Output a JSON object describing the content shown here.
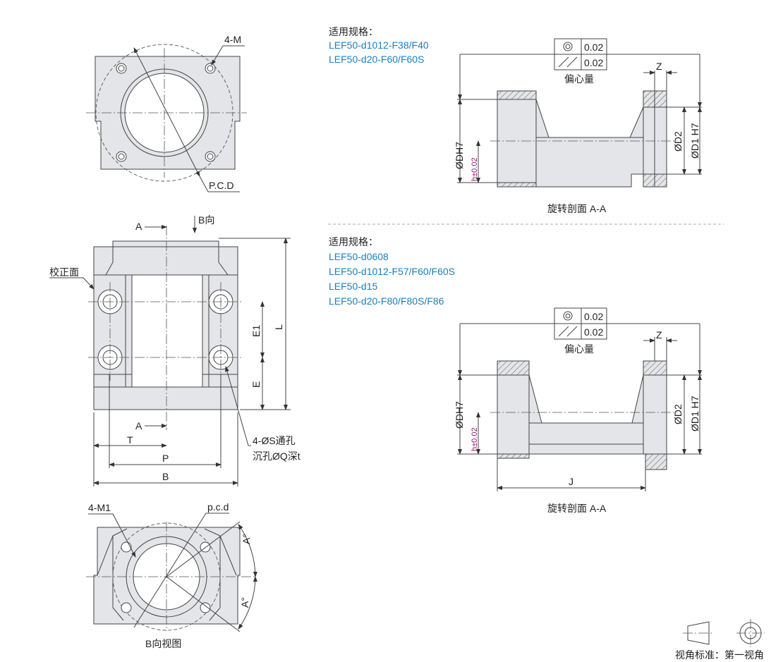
{
  "front_view": {
    "label_tapped_holes": "4-M",
    "label_pcd": "P.C.D"
  },
  "side_view": {
    "section_a_top": "A",
    "section_a_bottom": "A",
    "direction_b": "B向",
    "reference_face": "校正面",
    "dim_e1": "E1",
    "dim_l": "L",
    "dim_e": "E",
    "dim_t": "T",
    "dim_p": "P",
    "dim_b": "B",
    "hole_note_1": "4-ØS通孔",
    "hole_note_2": "沉孔ØQ深t"
  },
  "b_view": {
    "label_tapped_holes": "4-M1",
    "label_pcd": "p.c.d",
    "angle_1": "A°",
    "angle_2": "A°",
    "caption": "B向视图"
  },
  "section_1": {
    "spec_title": "适用规格：",
    "specs": [
      "LEF50-d1012-F38/F40",
      "LEF50-d20-F60/F60S"
    ],
    "tolerance": {
      "concentricity": "0.02",
      "runout": "0.02",
      "label": "偏心量"
    },
    "dim_z": "Z",
    "dim_dh7": "ØDH7",
    "dim_h": "h±0.02",
    "dim_d2": "ØD2",
    "dim_d1": "ØD1 H7",
    "caption": "旋转剖面 A-A"
  },
  "section_2": {
    "spec_title": "适用规格：",
    "specs": [
      "LEF50-d0608",
      "LEF50-d1012-F57/F60/F60S",
      "LEF50-d15",
      "LEF50-d20-F80/F80S/F86"
    ],
    "tolerance": {
      "concentricity": "0.02",
      "runout": "0.02",
      "label": "偏心量"
    },
    "dim_z": "Z",
    "dim_dh7": "ØDH7",
    "dim_h": "h±0.02",
    "dim_d2": "ØD2",
    "dim_d1": "ØD1 H7",
    "dim_j": "J",
    "caption": "旋转剖面 A-A"
  },
  "projection_note": "视角标准：第一视角",
  "colors": {
    "spec_text": "#1a7fc0",
    "h_dim": "#8b1a6b",
    "part_fill": "#e3e5e8"
  }
}
